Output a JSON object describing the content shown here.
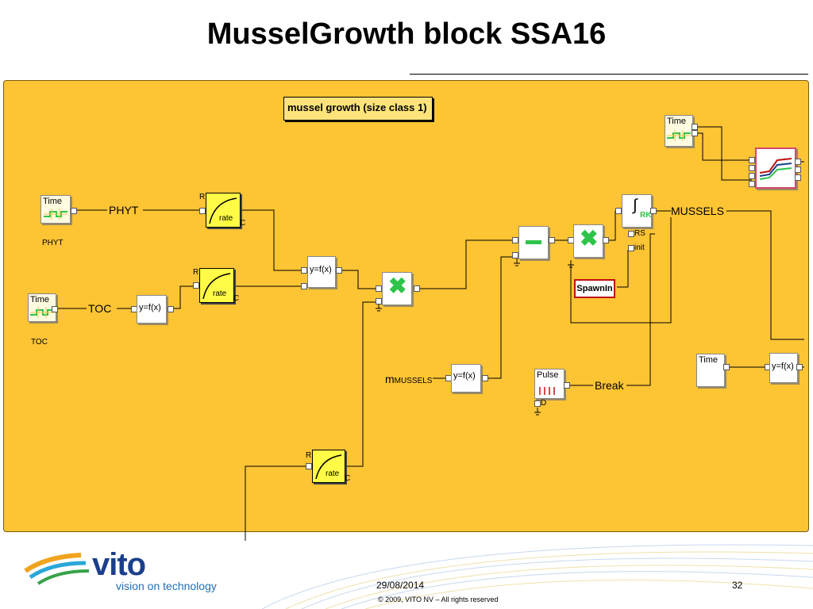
{
  "slide": {
    "title": "MusselGrowth block SSA16",
    "date": "29/08/2014",
    "page": "32",
    "copyright": "© 2009, VITO NV – All rights reserved"
  },
  "logo": {
    "word": "vito",
    "tagline": "vision on technology"
  },
  "diagram": {
    "box_title": "mussel  growth  (size class 1)",
    "signals": {
      "phyt": "PHYT",
      "toc": "TOC",
      "mussels": "MUSSELS",
      "break": "Break",
      "m_prefix": "m",
      "m_mussels": "MUSSELS"
    },
    "blocks": {
      "time": "Time",
      "rate": "rate",
      "yfx": "y=f(x)",
      "pulse": "Pulse",
      "spawn": "SpawnIn",
      "rk": "RK",
      "phyt_caption": "PHYT",
      "toc_caption": "TOC"
    },
    "ports": {
      "r": "R",
      "c": "C",
      "rs": "RS",
      "init": "init",
      "d": "D"
    }
  },
  "colors": {
    "canvas": "#fdc434",
    "rate_fill": "#fffb46",
    "op_green": "#2ec44a",
    "spawn_border": "#c01010",
    "logo_blue": "#1b3f8c"
  }
}
